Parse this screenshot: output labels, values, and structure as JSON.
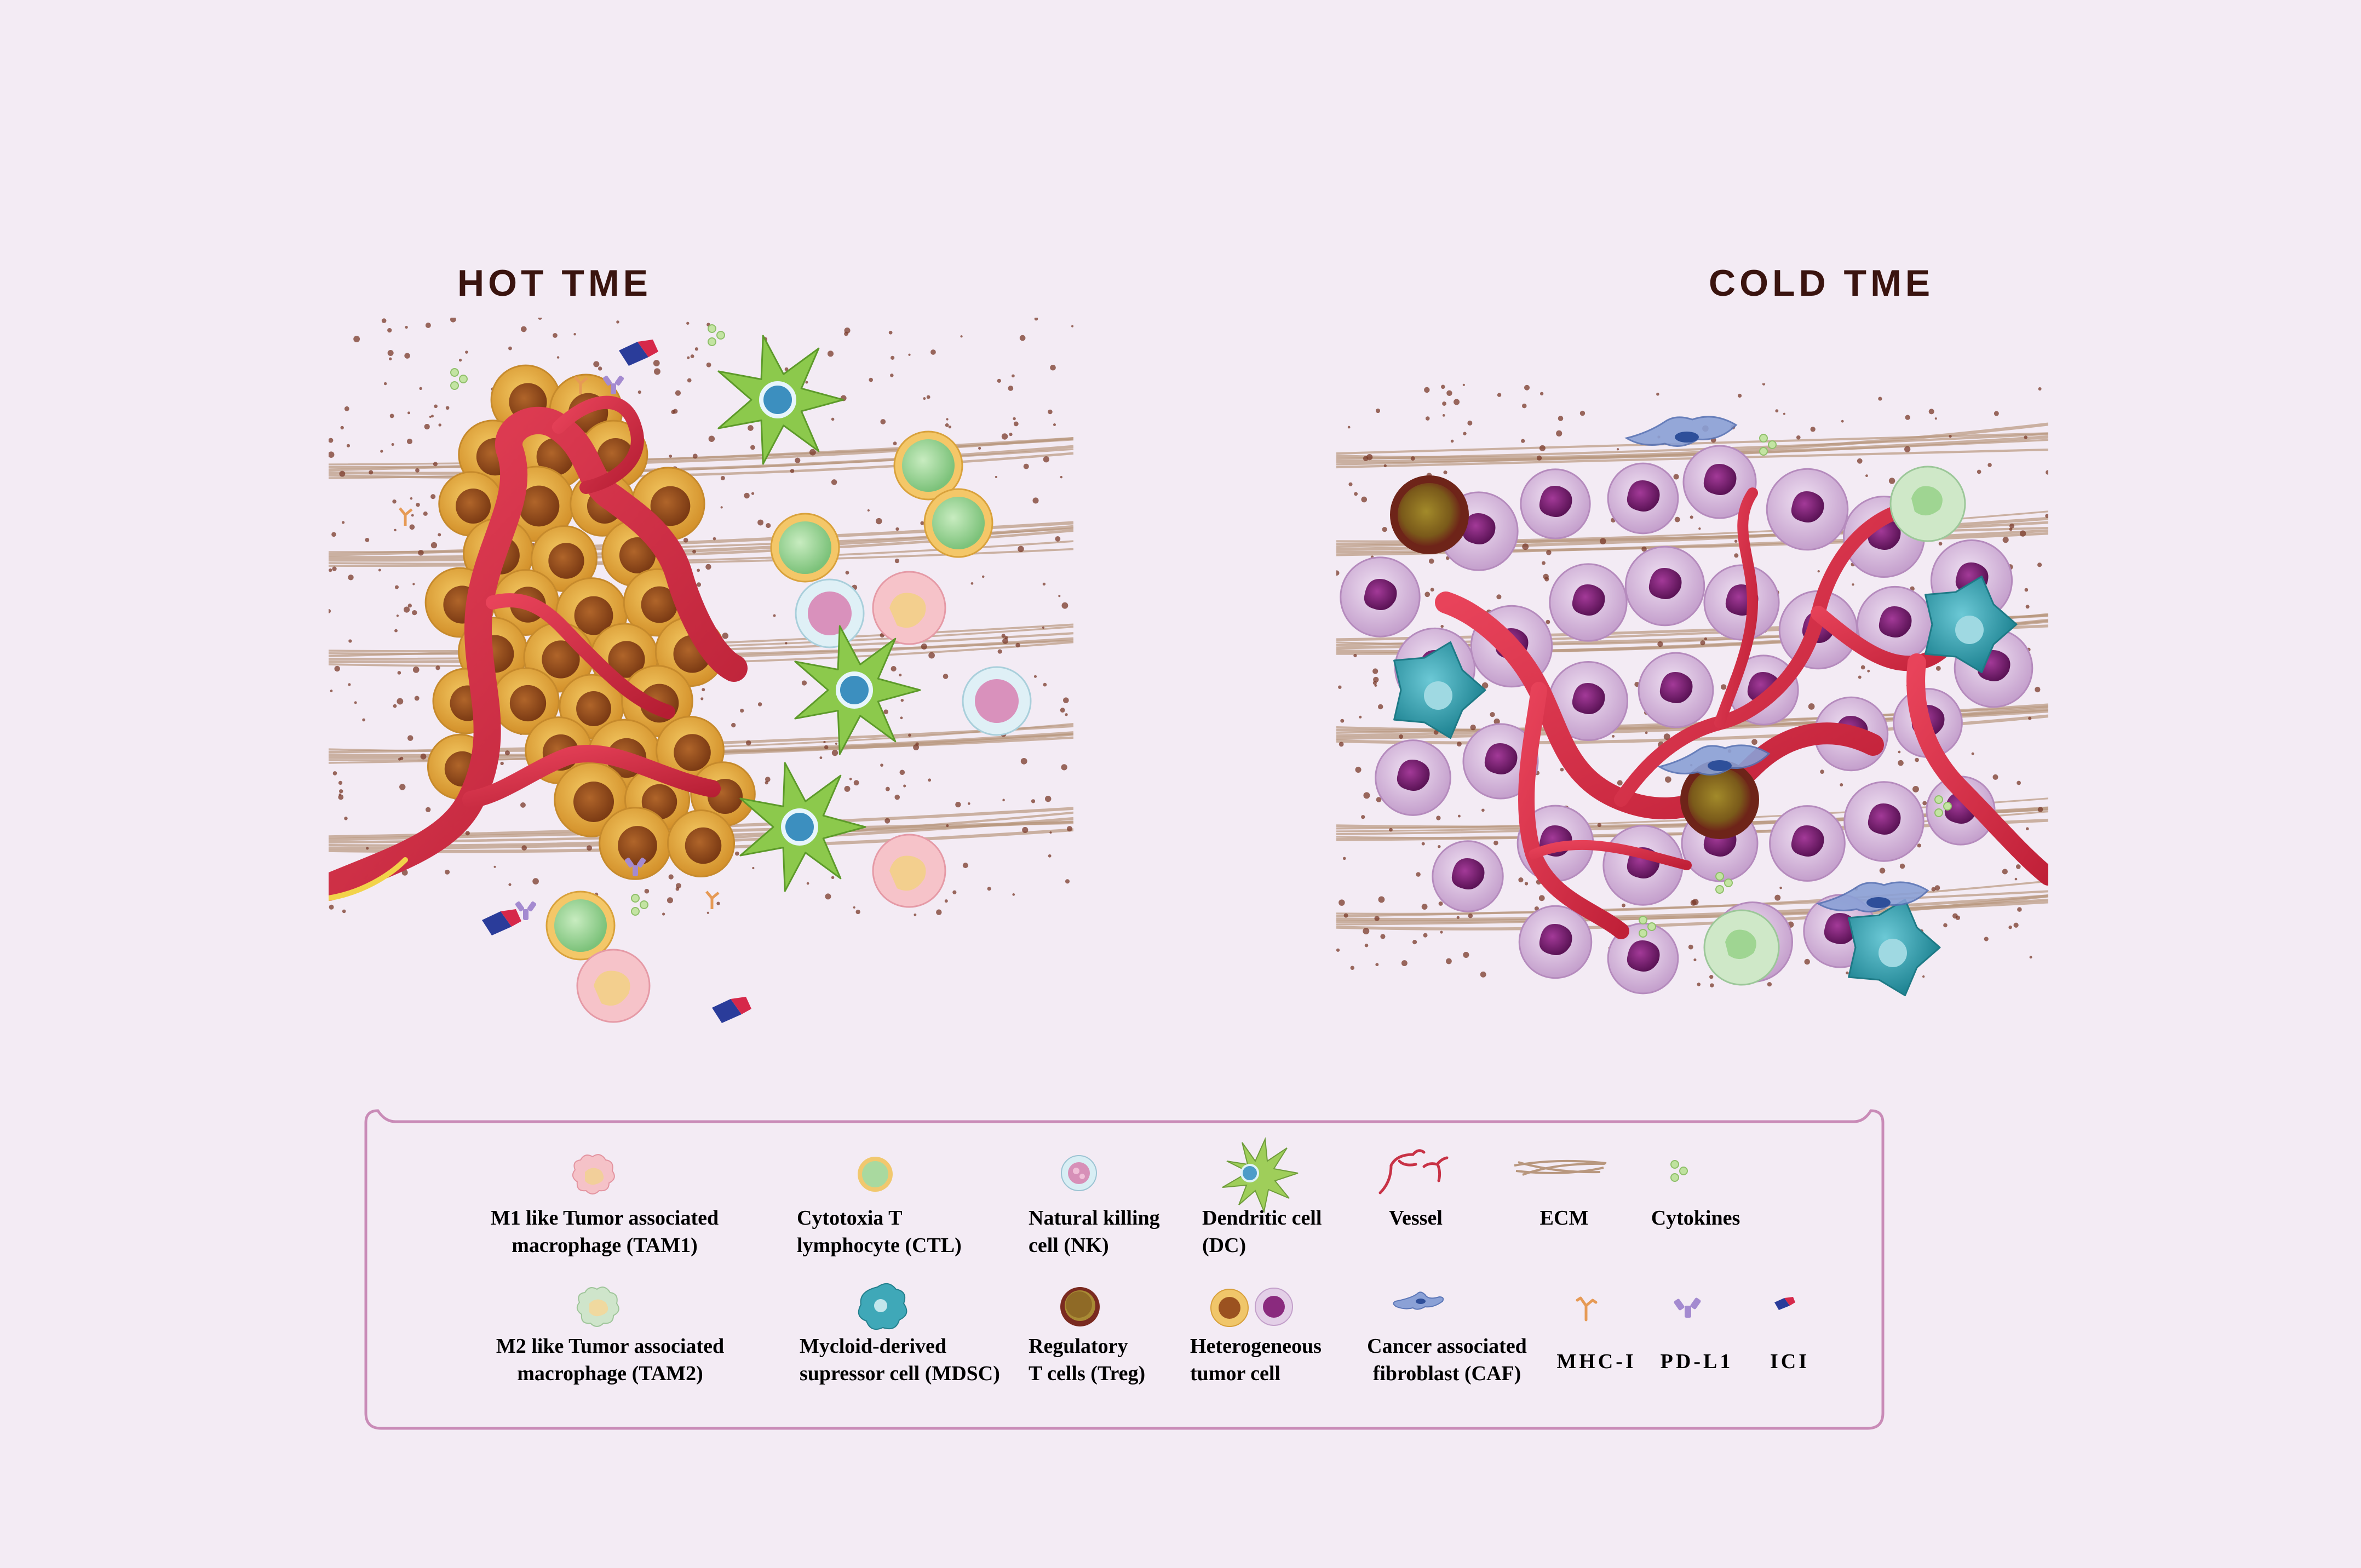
{
  "titles": {
    "hot": "HOT TME",
    "cold": "COLD TME"
  },
  "colors": {
    "background": "#f3ebf4",
    "title": "#3a140f",
    "legend_border": "#c98bb7",
    "legend_text": "#67616a",
    "tumor_hot": "#e3a535",
    "tumor_cold": "#c9a4cf",
    "vessel": "#d2283e",
    "ctl": "#a2d39b",
    "dc": "#8cc94c",
    "mdsc": "#3fa8b8",
    "treg": "#7a2a20",
    "caf": "#6d87c8",
    "ecm": "#b8977e"
  },
  "legend": {
    "row1": [
      {
        "key": "m1_tam",
        "icon": "m1-macrophage-icon",
        "lines": [
          "M1 like Tumor associated",
          "macrophage (TAM1)"
        ]
      },
      {
        "key": "ctl",
        "icon": "ctl-icon",
        "lines": [
          "Cytotoxia T",
          "lymphocyte (CTL)"
        ]
      },
      {
        "key": "nk",
        "icon": "nk-cell-icon",
        "lines": [
          "Natural killing",
          "cell (NK)"
        ]
      },
      {
        "key": "dc",
        "icon": "dendritic-cell-icon",
        "lines": [
          "Dendritic cell",
          "(DC)"
        ]
      },
      {
        "key": "vessel",
        "icon": "vessel-icon",
        "lines": [
          "Vessel"
        ]
      },
      {
        "key": "ecm",
        "icon": "ecm-icon",
        "lines": [
          "ECM"
        ]
      },
      {
        "key": "cytokines",
        "icon": "cytokines-icon",
        "lines": [
          "Cytokines"
        ]
      }
    ],
    "row2": [
      {
        "key": "m2_tam",
        "icon": "m2-macrophage-icon",
        "lines": [
          "M2 like Tumor associated",
          "macrophage (TAM2)"
        ]
      },
      {
        "key": "mdsc",
        "icon": "mdsc-icon",
        "lines": [
          "Mycloid-derived",
          "supressor cell (MDSC)"
        ]
      },
      {
        "key": "treg",
        "icon": "treg-icon",
        "lines": [
          "Regulatory",
          "T cells (Treg)"
        ]
      },
      {
        "key": "tumor",
        "icon": "tumor-cell-icon",
        "lines": [
          "Heterogeneous",
          "tumor cell"
        ]
      },
      {
        "key": "caf",
        "icon": "caf-icon",
        "lines": [
          "Cancer associated",
          "fibroblast (CAF)"
        ]
      },
      {
        "key": "mhc",
        "icon": "mhc-i-icon",
        "lines": [
          "MHC-I"
        ]
      },
      {
        "key": "pdl1",
        "icon": "pd-l1-icon",
        "lines": [
          "PD-L1"
        ]
      },
      {
        "key": "ici",
        "icon": "ici-icon",
        "lines": [
          "ICI"
        ]
      }
    ]
  }
}
